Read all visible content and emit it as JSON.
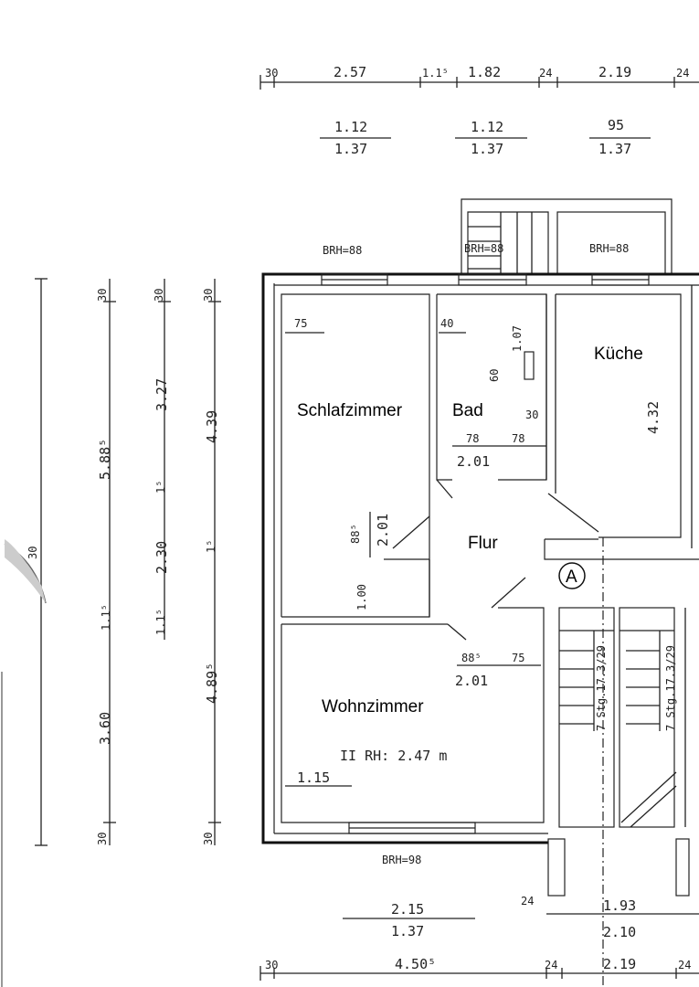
{
  "rooms": {
    "schlafzimmer": "Schlafzimmer",
    "bad": "Bad",
    "kueche": "Küche",
    "flur": "Flur",
    "wohnzimmer": "Wohnzimmer",
    "raumhoehe": "II RH: 2.47 m",
    "marker": "A"
  },
  "dims_top": {
    "row1": [
      "30",
      "2.57",
      "1.1⁵",
      "1.82",
      "24",
      "2.19",
      "24"
    ],
    "win1_w": "1.12",
    "win1_h": "1.37",
    "win2_w": "1.12",
    "win2_h": "1.37",
    "win3_w": "95",
    "win3_h": "1.37",
    "brh1": "BRH=88",
    "brh2": "BRH=88",
    "brh3": "BRH=88"
  },
  "dims_left": {
    "c1_top": "30",
    "c1_mid": "5.88⁵",
    "c1_a": "30",
    "c1_b": "1.1⁵",
    "c1_c": "3.60",
    "c1_bot": "30",
    "c2_top": "30",
    "c2_a": "3.27",
    "c2_b": "1⁵",
    "c2_c": "2.30",
    "c2_d": "1.1⁵",
    "c3_top": "30",
    "c3_a": "4.39",
    "c3_b": "1⁵",
    "c3_c": "4.89⁵",
    "c3_bot": "30"
  },
  "dims_inner": {
    "sz_door": "75",
    "bad_door": "40",
    "bad_h": "1.07",
    "bad_60": "60",
    "bad_30": "30",
    "bad_78a": "78",
    "bad_78b": "78",
    "bad_w": "2.01",
    "kueche_h": "4.32",
    "flur_88": "88⁵",
    "flur_201": "2.01",
    "flur_100": "1.00",
    "wz_88": "88⁵",
    "wz_75": "75",
    "wz_201": "2.01",
    "wz_115": "1.15",
    "stair1": "7 Stg.17.3/29",
    "stair2": "7 Stg.17.3/29"
  },
  "dims_bottom": {
    "brh": "BRH=98",
    "win_w": "2.15",
    "win_h": "1.37",
    "d24": "24",
    "d193": "1.93",
    "d210": "2.10",
    "row": [
      "30",
      "4.50⁵",
      "24",
      "2.19",
      "24"
    ]
  }
}
